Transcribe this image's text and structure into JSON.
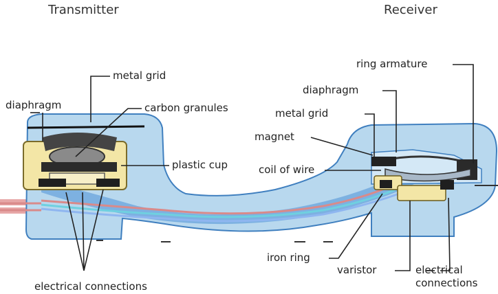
{
  "sections": {
    "transmitter": "Transmitter",
    "receiver": "Receiver"
  },
  "labels": {
    "metal_grid_transmitter": "metal grid",
    "diaphragm_transmitter": "diaphragm",
    "carbon_granules": "carbon granules",
    "plastic_cup": "plastic cup",
    "electrical_connections_transmitter": "electrical connections",
    "ring_armature": "ring armature",
    "diaphragm_receiver": "diaphragm",
    "metal_grid_receiver": "metal grid",
    "magnet": "magnet",
    "coil_of_wire": "coil of wire",
    "iron_ring": "iron ring",
    "varistor": "varistor",
    "electrical_connections_receiver_line1": "electrical",
    "electrical_connections_receiver_line2": "connections"
  },
  "colors": {
    "handset_outer": "#b8d8ee",
    "handset_inner": "#4a8fd0",
    "cup_yellow": "#f3e6a6",
    "wire_red": "#d98a8a",
    "wire_cyan": "#6fd0e0",
    "cord": "#e7a7a7"
  }
}
